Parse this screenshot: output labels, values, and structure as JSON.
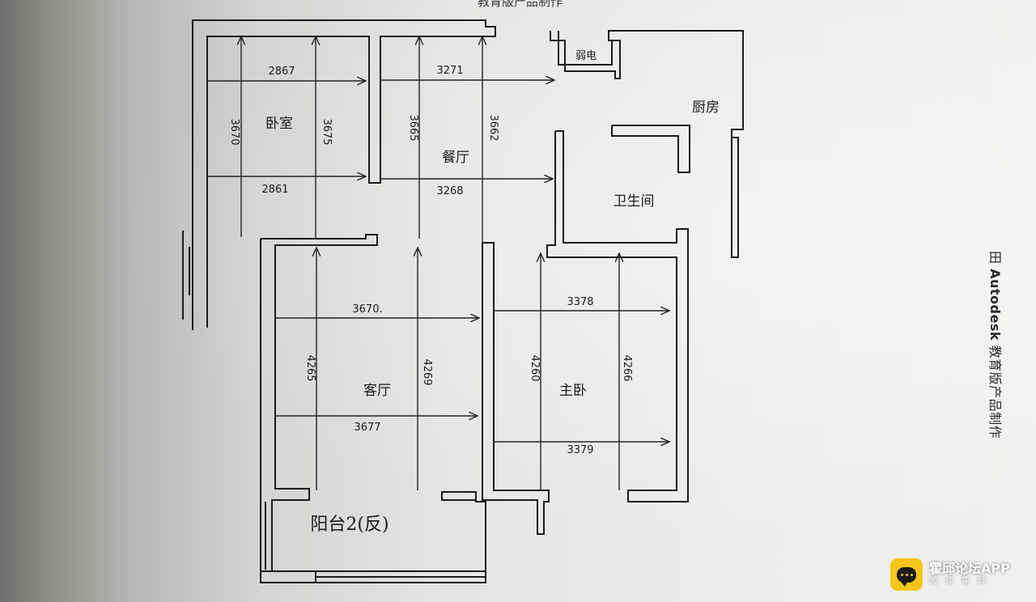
{
  "header_fragment": "教育版产品制作",
  "side_watermark": {
    "brand": "Autodesk",
    "suffix": "教育版产品制作",
    "glyph": "田"
  },
  "rooms": {
    "bedroom": "卧室",
    "dining": "餐厅",
    "weak_current": "弱电",
    "kitchen": "厨房",
    "bathroom": "卫生间",
    "living": "客厅",
    "master_bedroom": "主卧",
    "balcony": "阳台2(反)"
  },
  "dimensions": {
    "bedroom_top": "2867",
    "bedroom_bottom": "2861",
    "bedroom_left": "3670",
    "bedroom_right": "3675",
    "dining_top": "3271",
    "dining_bottom": "3268",
    "dining_left": "3665",
    "dining_right": "3662",
    "living_top": "3670.",
    "living_bottom": "3677",
    "living_left": "4265",
    "living_right": "4269",
    "master_top": "3378",
    "master_bottom": "3379",
    "master_left": "4260",
    "master_right": "4266"
  },
  "app_badge": {
    "name": "霍邱论坛APP",
    "sub": "阅读霍邱",
    "icon": "chat-bubble-icon"
  },
  "colors": {
    "line": "#1b1b1b",
    "badge": "#f5c518"
  }
}
